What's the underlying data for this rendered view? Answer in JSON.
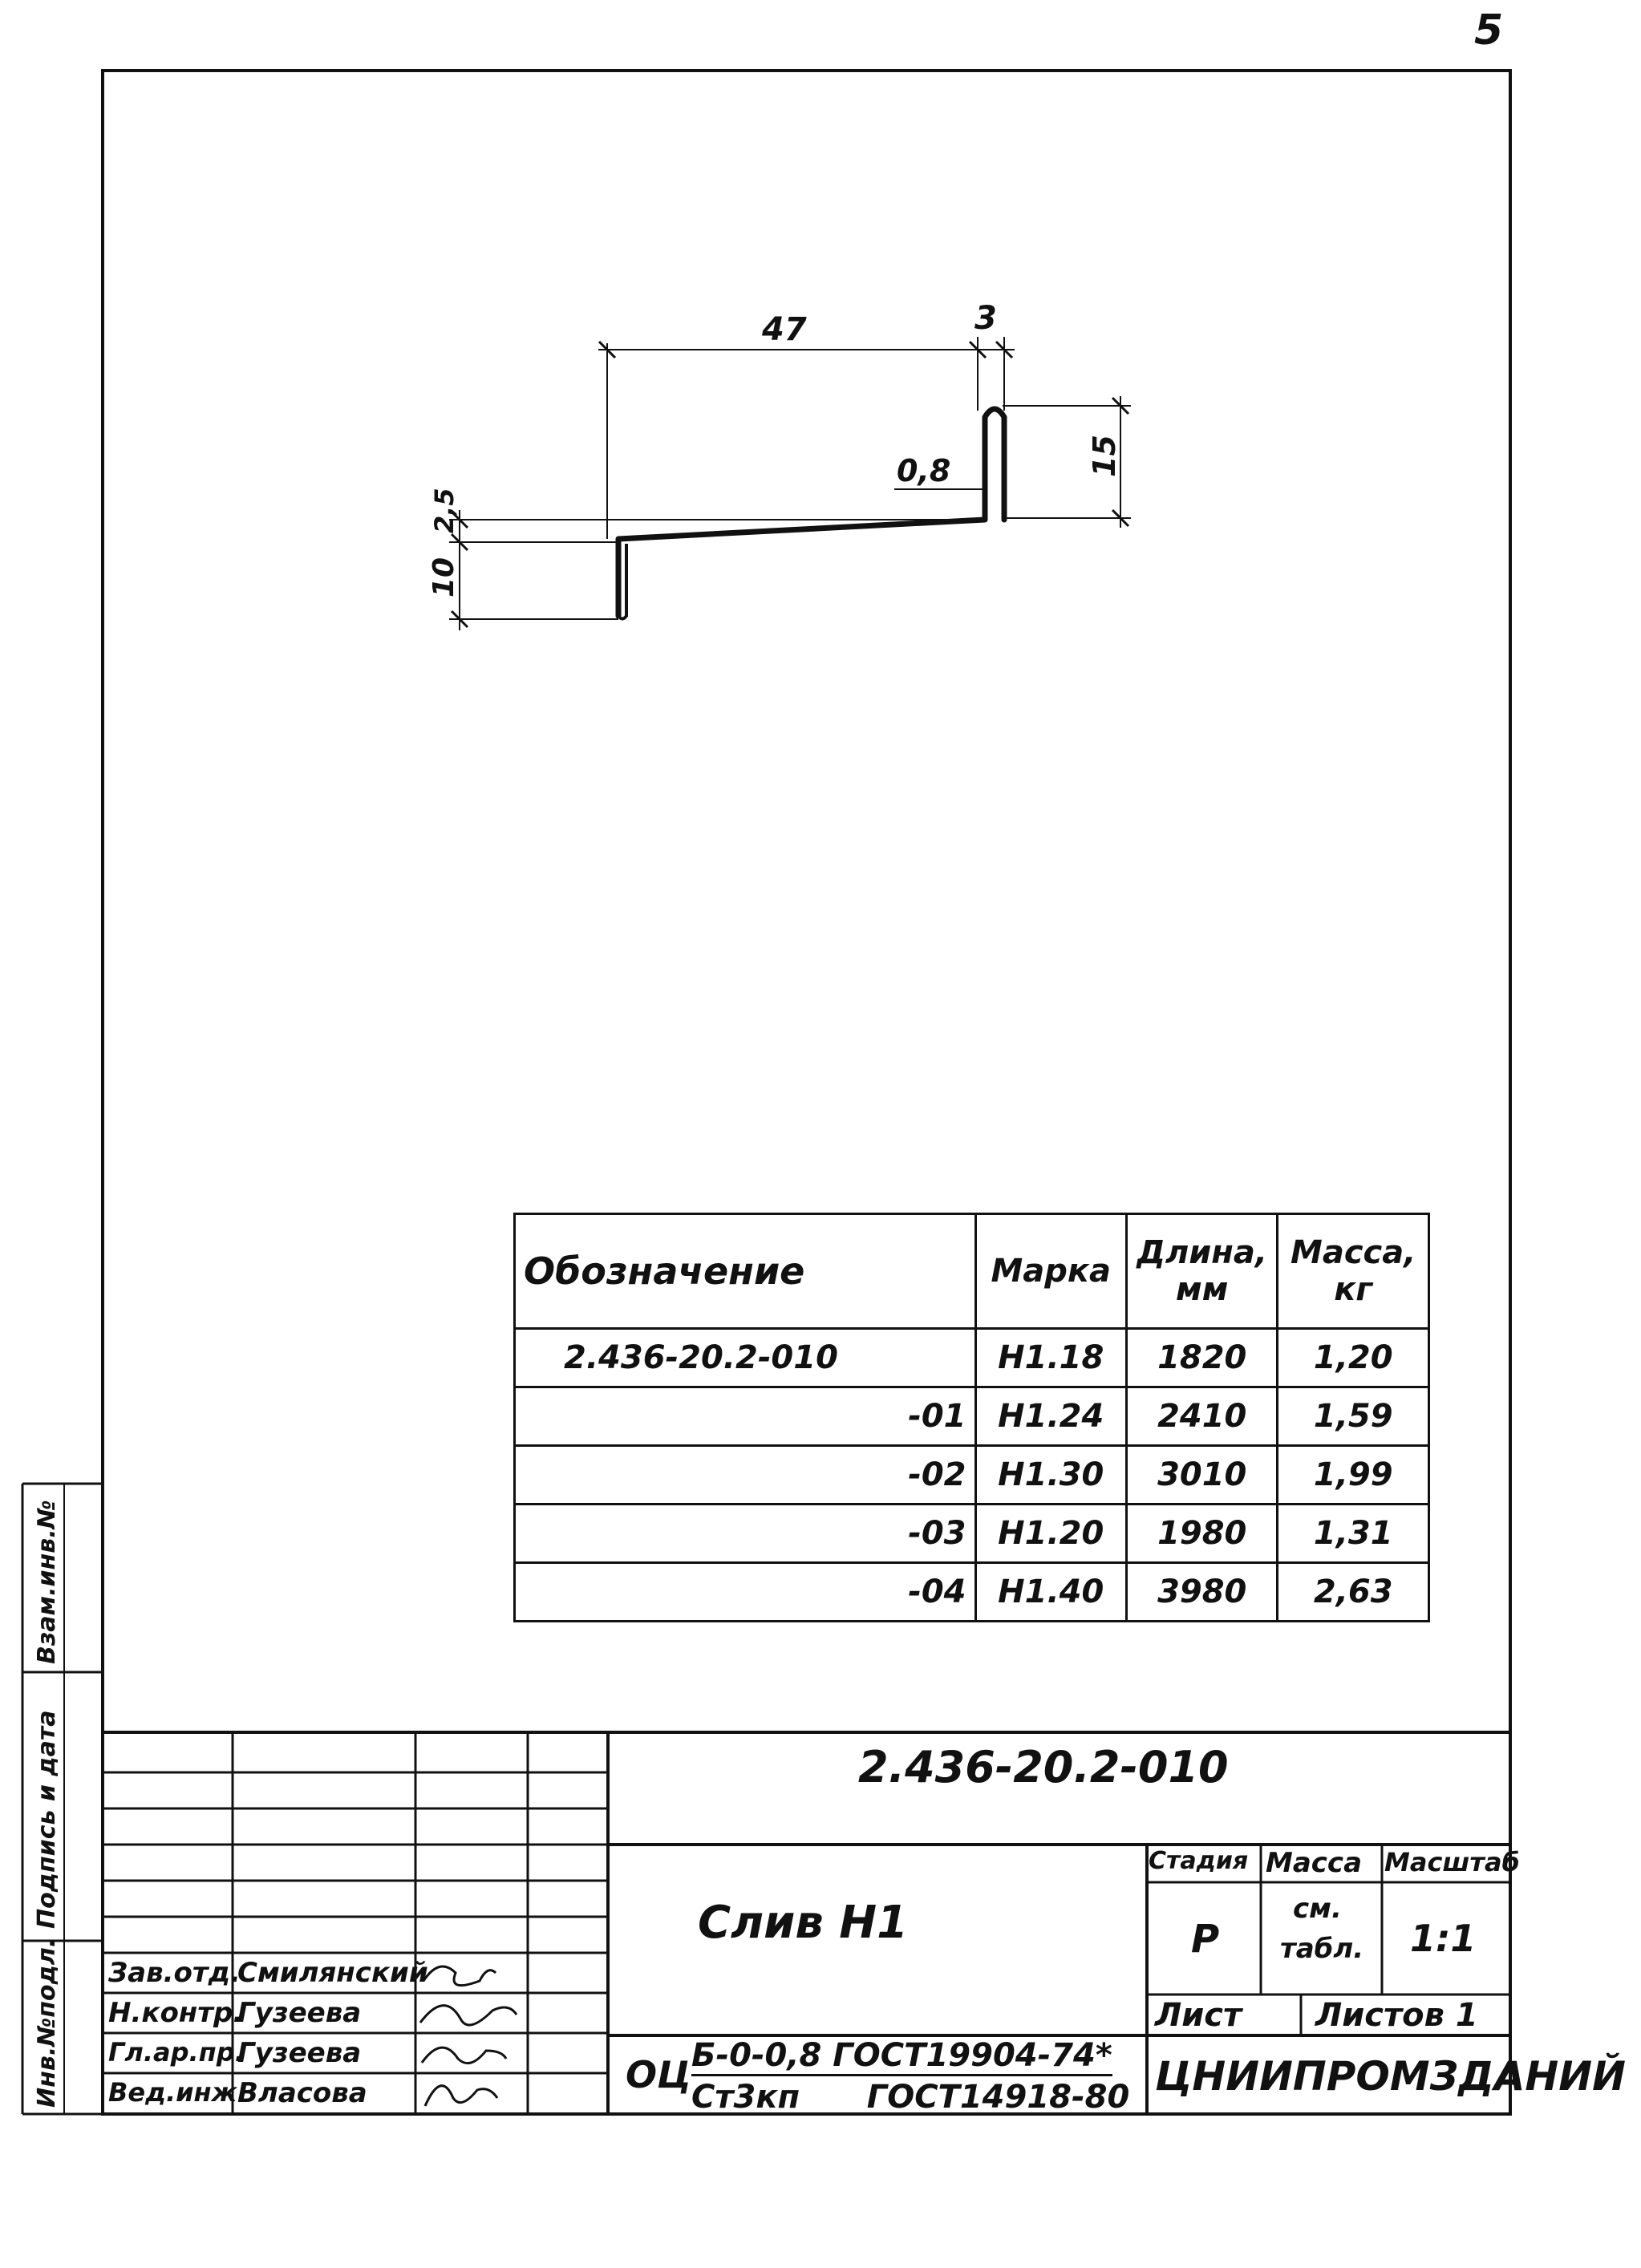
{
  "page_number": "5",
  "drawing": {
    "dim_width": "47",
    "dim_lip": "3",
    "dim_thickness": "0,8",
    "dim_height_right": "15",
    "dim_rise": "2,5",
    "dim_height_left": "10"
  },
  "spec_table": {
    "headers": [
      "Обозначение",
      "Марка",
      "Длина, мм",
      "Масса, кг"
    ],
    "rows": [
      [
        "2.436-20.2-010",
        "Н1.18",
        "1820",
        "1,20"
      ],
      [
        "-01",
        "Н1.24",
        "2410",
        "1,59"
      ],
      [
        "-02",
        "Н1.30",
        "3010",
        "1,99"
      ],
      [
        "-03",
        "Н1.20",
        "1980",
        "1,31"
      ],
      [
        "-04",
        "Н1.40",
        "3980",
        "2,63"
      ]
    ]
  },
  "side_stamp": {
    "field_1": "Инв.№подл.",
    "field_2": "Подпись и дата",
    "field_3": "Взам.инв.№"
  },
  "title_block": {
    "designation": "2.436-20.2-010",
    "name": "Слив Н1",
    "stage_label": "Стадия",
    "mass_label": "Масса",
    "scale_label": "Масштаб",
    "stage": "Р",
    "mass_line1": "см.",
    "mass_line2": "табл.",
    "scale": "1:1",
    "sheet_label": "Лист",
    "sheets_label": "Листов 1",
    "material_prefix": "ОЦ",
    "material_top": "Б-0-0,8 ГОСТ19904-74*",
    "material_bottom": "Ст3кп      ГОСТ14918-80",
    "organization": "ЦНИИПРОМЗДАНИЙ",
    "signatures": [
      {
        "role": "Зав.отд.",
        "name": "Смилянский"
      },
      {
        "role": "Н.контр.",
        "name": "Гузеева"
      },
      {
        "role": "Гл.ар.пр.",
        "name": "Гузеева"
      },
      {
        "role": "Вед.инж.",
        "name": "Власова"
      }
    ]
  }
}
